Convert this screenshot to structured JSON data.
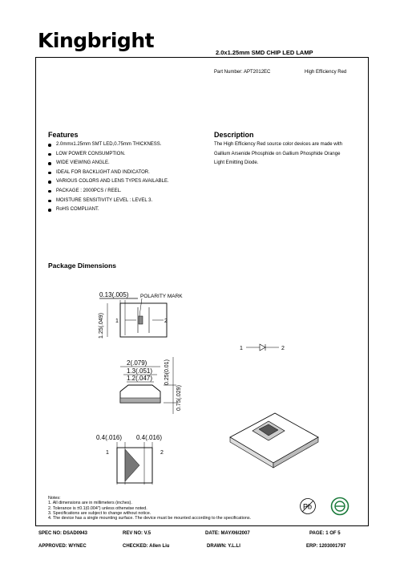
{
  "header": {
    "brand": "Kingbright",
    "title": "2.0x1.25mm SMD CHIP LED LAMP"
  },
  "part": {
    "label": "Part Number: APT2012EC",
    "color": "High Efficiency Red"
  },
  "features": {
    "heading": "Features",
    "items": [
      "2.0mmx1.25mm SMT LED,0.75mm THICKNESS.",
      "LOW POWER CONSUMPTION.",
      "WIDE VIEWING ANGLE.",
      "IDEAL FOR BACKLIGHT AND INDICATOR.",
      "VARIOUS COLORS AND LENS TYPES AVAILABLE.",
      "PACKAGE : 2000PCS / REEL.",
      "MOISTURE SENSITIVITY LEVEL : LEVEL 3.",
      "RoHS COMPLIANT."
    ]
  },
  "description": {
    "heading": "Description",
    "lines": [
      "The High Efficiency Red source color devices are made with",
      "Gallium Arsenide Phosphide on Gallium Phosphide Orange",
      "Light Emitting Diode."
    ]
  },
  "package": {
    "heading": "Package Dimensions",
    "dims": {
      "top_width": "0.13(.005)",
      "polarity": "POLARITY MARK",
      "height": "1.25(.049)",
      "length": "2(.079)",
      "pad_span": "1.3(.051)",
      "pad_inner": "1.2(.047)",
      "lens_height": "0.25(0.01)",
      "thickness": "0.75(.029)",
      "pad_left": "0.4(.016)",
      "pad_right": "0.4(.016)",
      "pin1": "1",
      "pin2": "2"
    }
  },
  "notes": {
    "title": "Notes:",
    "lines": [
      "1. All dimensions are in millimeters (inches).",
      "2. Tolerance is ±0.1(0.004\") unless otherwise noted.",
      "3. Specifications are subject to change without notice.",
      "4. The device has a single mounting surface. The device must be mounted according to the specifications."
    ]
  },
  "badges": {
    "pb": "Pb"
  },
  "footer": {
    "spec": "SPEC NO: DSAD0943",
    "rev": "REV NO: V.5",
    "date": "DATE: MAY/06/2007",
    "page": "PAGE:  1  OF  5",
    "approved": "APPROVED: WYNEC",
    "checked": "CHECKED: Allen Liu",
    "drawn": "DRAWN: Y.L.LI",
    "erp": "ERP: 1203001797"
  }
}
